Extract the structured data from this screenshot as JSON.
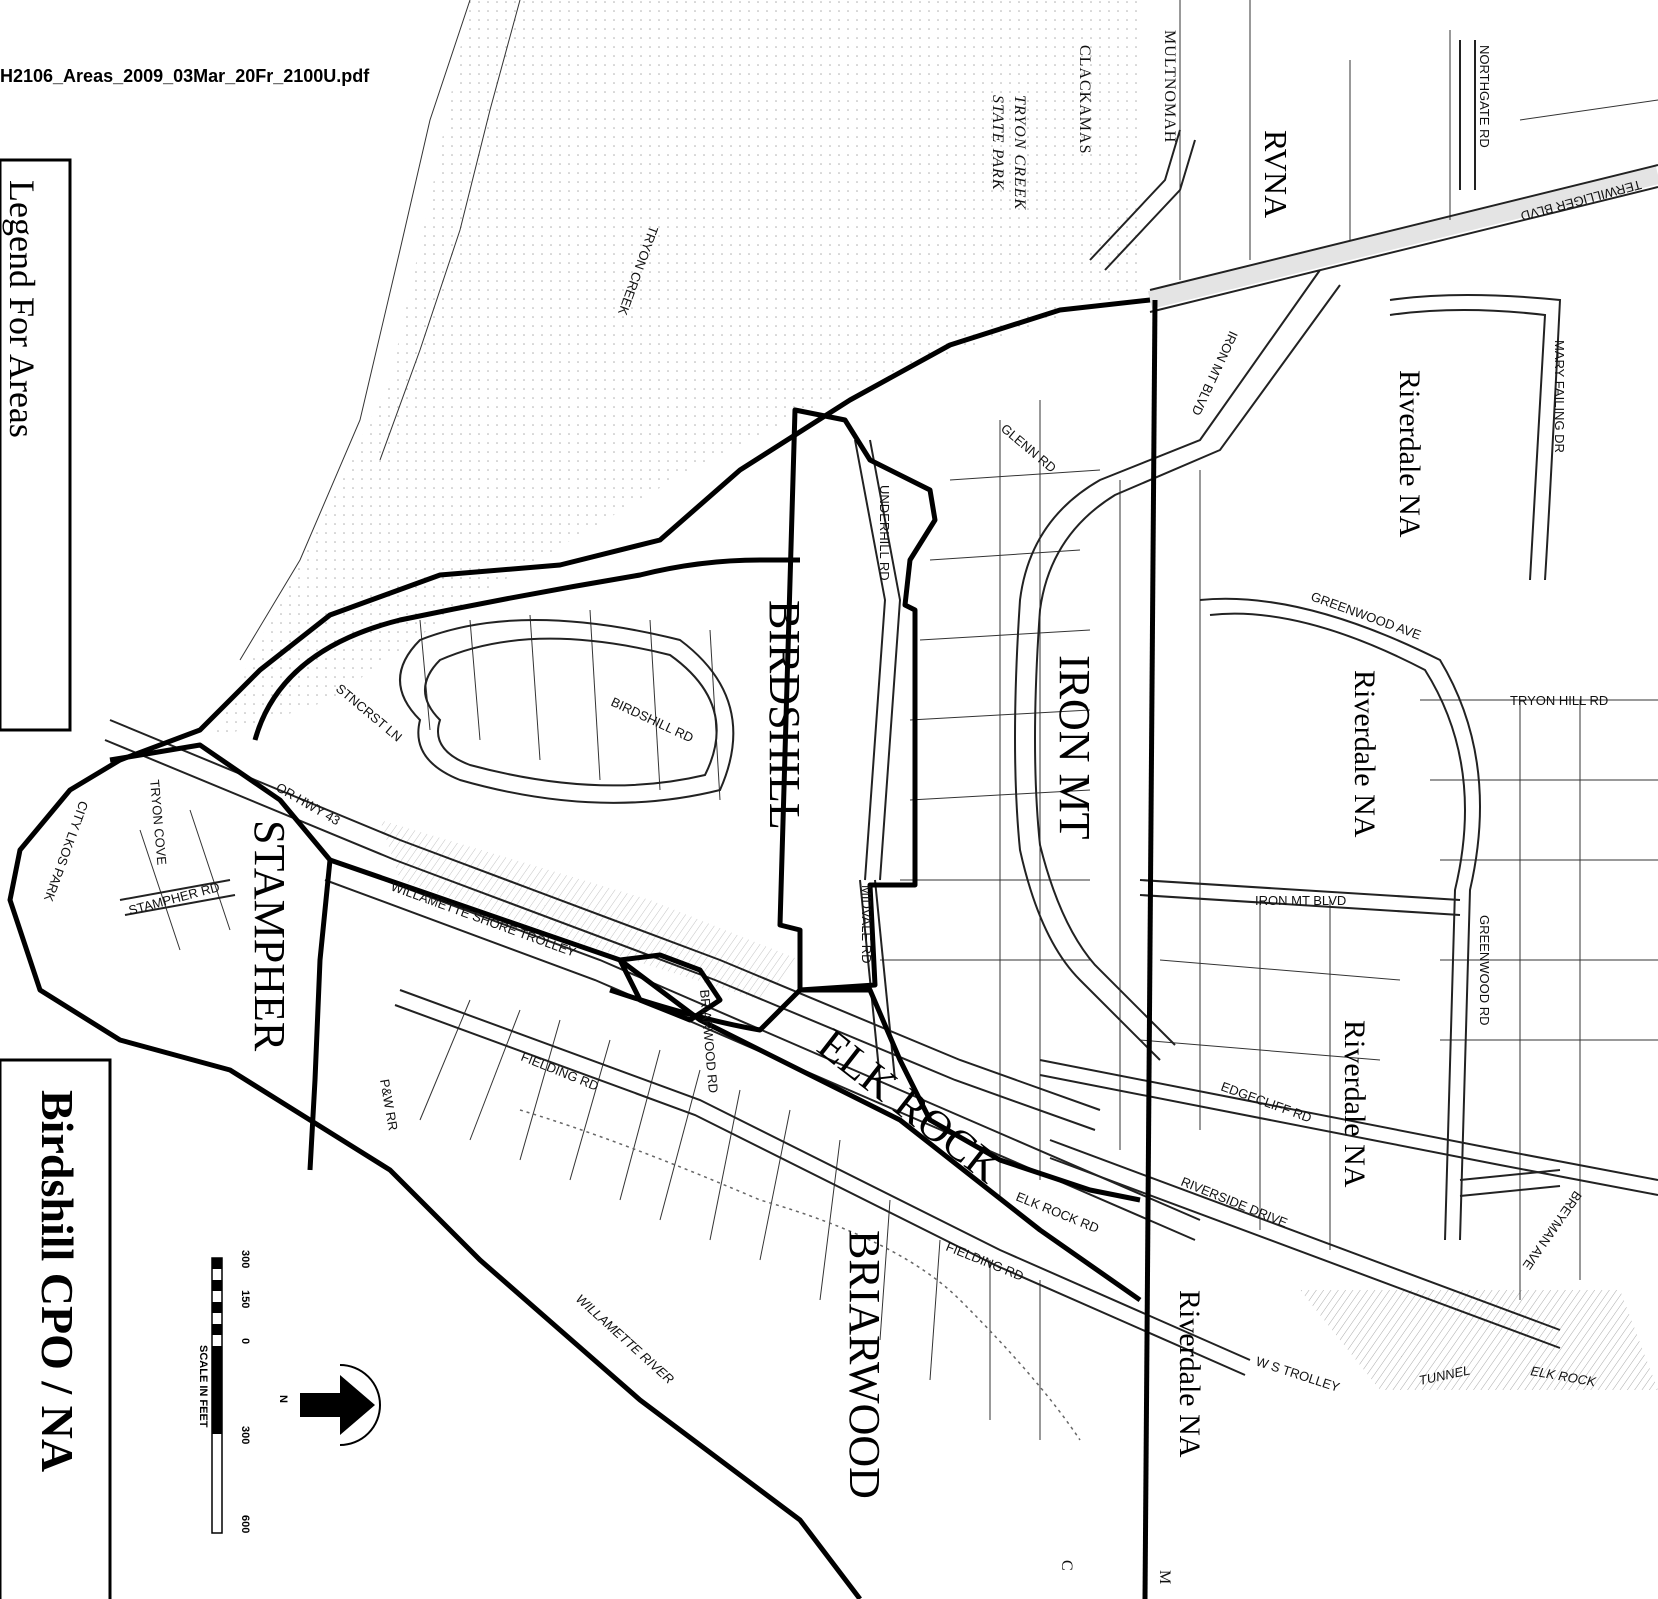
{
  "file_label": "H2106_Areas_2009_03Mar_20Fr_2100U.pdf",
  "legend_title": "Legend For Areas",
  "map_title": "Birdshill CPO / NA",
  "areas": {
    "birdshill": "BIRDSHILL",
    "iron_mt": "IRON MT",
    "stampher": "STAMPHER",
    "elk_rock": "ELK ROCK",
    "briarwood": "BRIARWOOD",
    "rvna": "RVNA"
  },
  "neighborhoods": {
    "riverdale_1": "Riverdale NA",
    "riverdale_2": "Riverdale NA",
    "riverdale_3": "Riverdale NA",
    "riverdale_4": "Riverdale NA"
  },
  "counties": {
    "clackamas": "CLACKAMAS",
    "multnomah": "MULTNOMAH",
    "m_mark": "M",
    "c_mark": "C"
  },
  "parks_water": {
    "tryon_park_1": "TRYON CREEK",
    "tryon_park_2": "STATE PARK",
    "tryon_creek": "TRYON CREEK",
    "willamette_river": "WILLAMETTE RIVER",
    "city_lake_park": "CITY LKOS PARK"
  },
  "streets": {
    "terwilliger": "TERWILLIGER BLVD",
    "northgate": "NORTHGATE RD",
    "mary_failing": "MARY FAILING DR",
    "iron_mt_blvd_upper": "IRON MT BLVD",
    "iron_mt_blvd_lower": "IRON MT BLVD",
    "glenn": "GLENN RD",
    "greenwood_ave": "GREENWOOD AVE",
    "tryon_hill": "TRYON HILL RD",
    "greenwood_rd": "GREENWOOD RD",
    "edgecliff": "EDGECLIFF RD",
    "riverside": "RIVERSIDE DRIVE",
    "breyman": "BREYMAN AVE",
    "elk_rock_rd": "ELK ROCK RD",
    "fielding_lower": "FIELDING RD",
    "fielding_upper": "FIELDING RD",
    "ws_trolley": "W S TROLLEY",
    "tunnel": "TUNNEL",
    "elk_rock_tunnel": "ELK ROCK",
    "underhill": "UNDERHILL RD",
    "birdshill_rd": "BIRDSHILL RD",
    "stncrst": "STNCRST LN",
    "or_hwy": "OR HWY 43",
    "willamette_shore_trolley": "WILLAMETTE SHORE TROLLEY",
    "briarwood_rd": "BRIARWOOD RD",
    "midvale": "MIDVALE RD",
    "pwrr": "P&W RR",
    "stampher_rd": "STAMPHER RD",
    "tryon_cove": "TRYON COVE"
  },
  "scale": {
    "ticks": [
      "300",
      "150",
      "0",
      "300",
      "600"
    ],
    "label": "SCALE IN FEET"
  },
  "north_label": "N"
}
